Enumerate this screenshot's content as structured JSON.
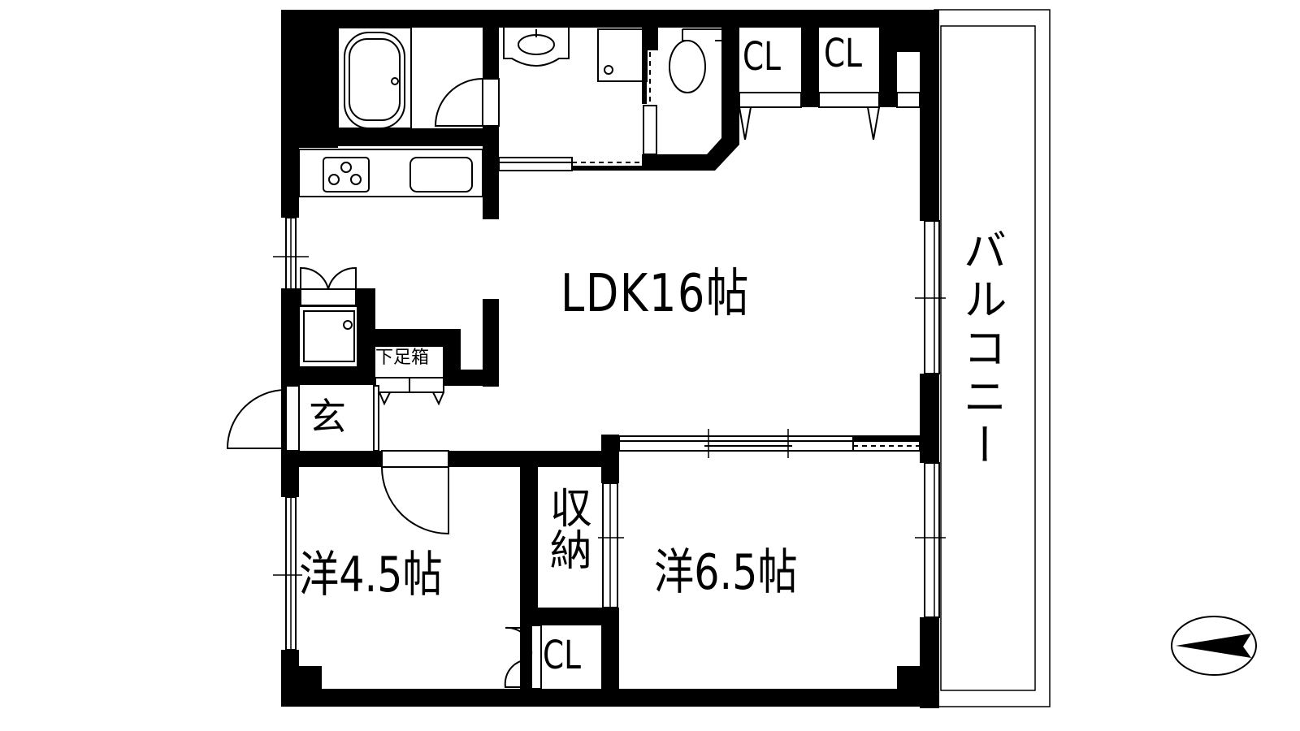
{
  "floorplan": {
    "rooms": {
      "ldk": "LDK16帖",
      "western_a": "洋4.5帖",
      "western_b": "洋6.5帖",
      "storage": "収納",
      "entrance": "玄",
      "shoe_box": "下足箱",
      "balcony": "バルコニー"
    },
    "closets": {
      "cl_top_left": "CL",
      "cl_top_right": "CL",
      "cl_bottom": "CL"
    },
    "fixtures": [
      "bathtub-icon",
      "washbasin-icon",
      "washing-machine-pan-icon",
      "toilet-icon",
      "gas-stove-icon",
      "kitchen-sink-icon",
      "refrigerator-space-icon"
    ],
    "compass": "north-arrow-icon",
    "colors": {
      "wall": "#000000",
      "background": "#ffffff"
    }
  }
}
